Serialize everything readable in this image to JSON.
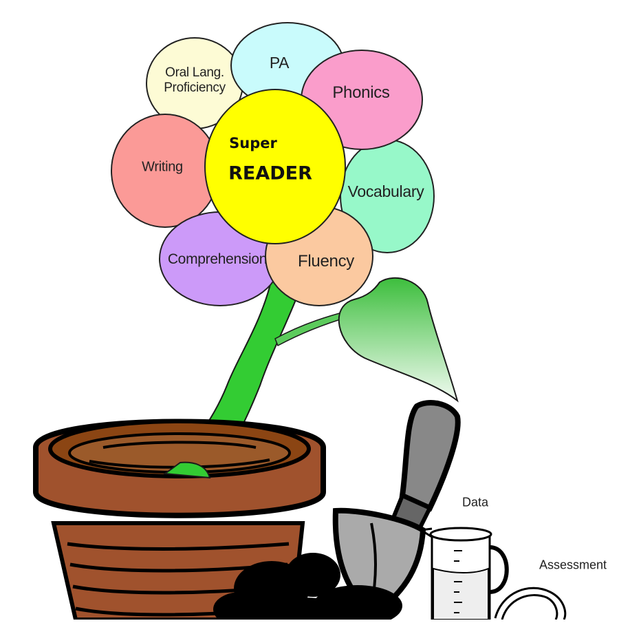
{
  "flower": {
    "center_top": "Super",
    "center_main": "READER",
    "petals": [
      {
        "label": "Oral Lang.",
        "label2": "Proficiency",
        "color": "#FDFBD5"
      },
      {
        "label": "PA",
        "color": "#C9FBFC"
      },
      {
        "label": "Phonics",
        "color": "#FA9DCB"
      },
      {
        "label": "Writing",
        "color": "#FB9A97"
      },
      {
        "label": "Vocabulary",
        "color": "#97F8C9"
      },
      {
        "label": "Comprehension",
        "color": "#CC9AF9"
      },
      {
        "label": "Fluency",
        "color": "#FBC9A0"
      }
    ],
    "center_color": "#FFFF00"
  },
  "tools": {
    "data_label": "Data",
    "assessment_label": "Assessment"
  },
  "colors": {
    "stem": "#33CC33",
    "leaf_top": "#3DBE3D",
    "pot": "#A0522D",
    "outline": "#000000"
  }
}
